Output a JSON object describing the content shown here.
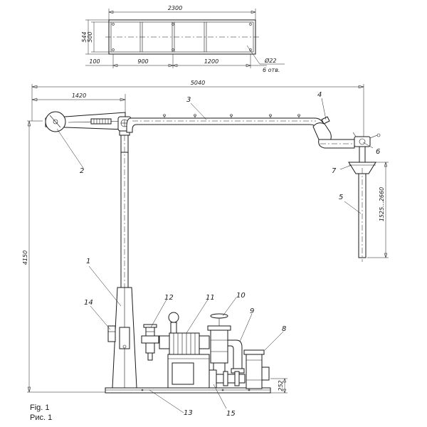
{
  "top_view": {
    "dim_total": "2300",
    "dim_height_outer": "544",
    "dim_height_inner": "500",
    "dim_left": "100",
    "dim_mid": "900",
    "dim_right": "1200",
    "hole_spec": "Ø22",
    "hole_count": "6 отв."
  },
  "front_view": {
    "dim_overall_width": "5040",
    "dim_column_offset": "1420",
    "dim_height": "4150",
    "dim_drop_range": "1525...2660",
    "dim_base": "252"
  },
  "callouts": [
    "1",
    "2",
    "3",
    "4",
    "5",
    "6",
    "7",
    "8",
    "9",
    "10",
    "11",
    "12",
    "13",
    "14",
    "15"
  ],
  "caption": {
    "en": "Fig. 1",
    "ru": "Рис. 1"
  }
}
